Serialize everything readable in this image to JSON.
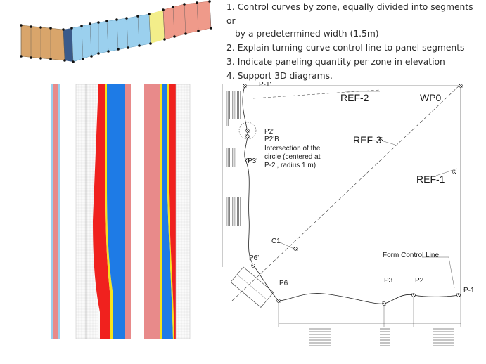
{
  "steps": [
    {
      "num": "1.",
      "text": "Control curves by zone, equally divided into segments or",
      "cont": "by a predetermined width (1.5m)"
    },
    {
      "num": "2.",
      "text": "Explain turning curve control line to panel segments"
    },
    {
      "num": "3.",
      "text": "Indicate paneling quantity per zone in elevation"
    },
    {
      "num": "4.",
      "text": "Support 3D diagrams."
    }
  ],
  "drawing_labels": {
    "p1_prime": "P-1'",
    "ref2": "REF-2",
    "wp0": "WP0",
    "p2_prime": "P2'",
    "p2_prime_b": "P2'B",
    "intersection_line1": "Intersection of the",
    "intersection_line2": "circle (centered at",
    "intersection_line3": "P-2', radius 1 m)",
    "p3_prime": "P3'",
    "ref3": "REF-3",
    "ref1": "REF-1",
    "c1": "C1",
    "p6_prime": "P6'",
    "form_control_line": "Form Control Line",
    "p6": "P6",
    "p3": "P3",
    "p2": "P2",
    "p1": "P-1"
  },
  "colors": {
    "red": "#f0211e",
    "blue": "#1e7be6",
    "yellow": "#f5e21c",
    "pink": "#e88a8a",
    "lightblue": "#9bd0ee",
    "tan": "#d9a56b",
    "navy": "#3a5a8a"
  }
}
